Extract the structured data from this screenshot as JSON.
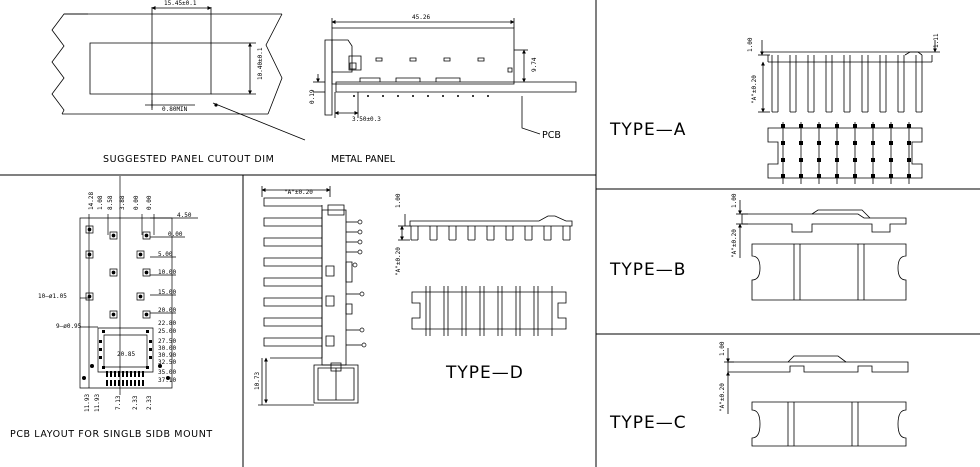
{
  "panel_cutout": {
    "caption": "SUGGESTED  PANEL  CUTOUT  DIM",
    "dim_width": "15.45±0.1",
    "dim_height": "10.40±0.1",
    "dim_min": "0.80MIN"
  },
  "side_view": {
    "dim_length": "45.26",
    "dim_height": "9.74",
    "dim_offset": "3.50±0.3",
    "dim_thick": "0.19",
    "label_pcb": "PCB",
    "label_metal": "METAL  PANEL"
  },
  "pcb_layout": {
    "caption": "PCB  LAYOUT  FOR  SINGLB  SIDB  MOUNT",
    "top_dims": [
      "14.28",
      "1.08",
      "8.58",
      "3.88",
      "0.00",
      "0.00"
    ],
    "right_dims": [
      "4.50",
      "0.00",
      "5.00",
      "10.00",
      "15.00",
      "20.00",
      "22.80",
      "25.00",
      "27.50",
      "30.00",
      "30.90",
      "32.50",
      "35.00",
      "37.10"
    ],
    "left_dims": [
      "10–ø1.05",
      "9–ø0.95"
    ],
    "center_dim": "20.85",
    "bottom_dims": [
      "11.93",
      "11.93",
      "7.13",
      "2.33",
      "2.33"
    ]
  },
  "type_d": {
    "label": "TYPE—D",
    "dim_a": "\"A\"±0.20",
    "dim_a_vert": "\"A\"±0.20",
    "dim_1": "1.00",
    "dim_h": "10.73"
  },
  "type_a": {
    "label": "TYPE—A",
    "dim_1": "1.00",
    "dim_a": "\"A\"±0.20",
    "dim_r": "1.11"
  },
  "type_b": {
    "label": "TYPE—B",
    "dim_1": "1.00",
    "dim_a": "\"A\"±0.20"
  },
  "type_c": {
    "label": "TYPE—C",
    "dim_1": "1.00",
    "dim_a": "\"A\"±0.20"
  }
}
